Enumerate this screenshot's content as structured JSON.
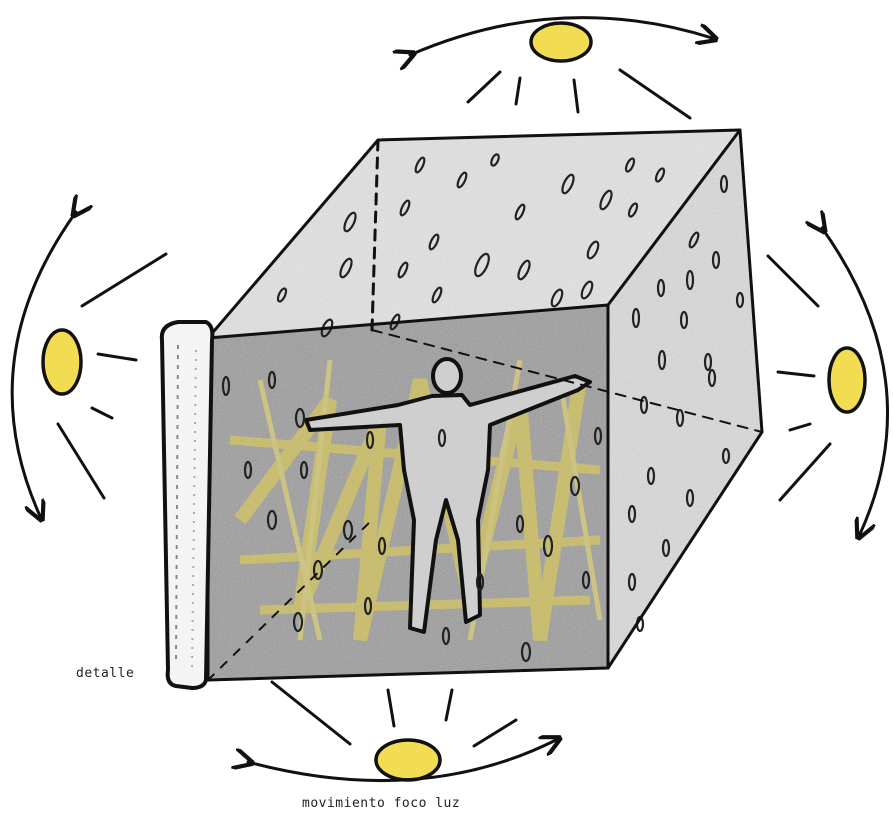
{
  "labels": {
    "detail": "detalle",
    "light_movement": "movimiento foco luz"
  },
  "colors": {
    "ink": "#111111",
    "light_yellow": "#f2dc52",
    "concrete_light": "#d9d9d9",
    "concrete_dark": "#8f8f8f",
    "paper": "#ffffff"
  },
  "light_sources": [
    "top",
    "left",
    "right",
    "bottom"
  ],
  "subject": "human-figure-arms-outstretched",
  "icons": [
    "sun-icon",
    "curved-double-arrow-icon",
    "raindrop-perforation-icon"
  ]
}
